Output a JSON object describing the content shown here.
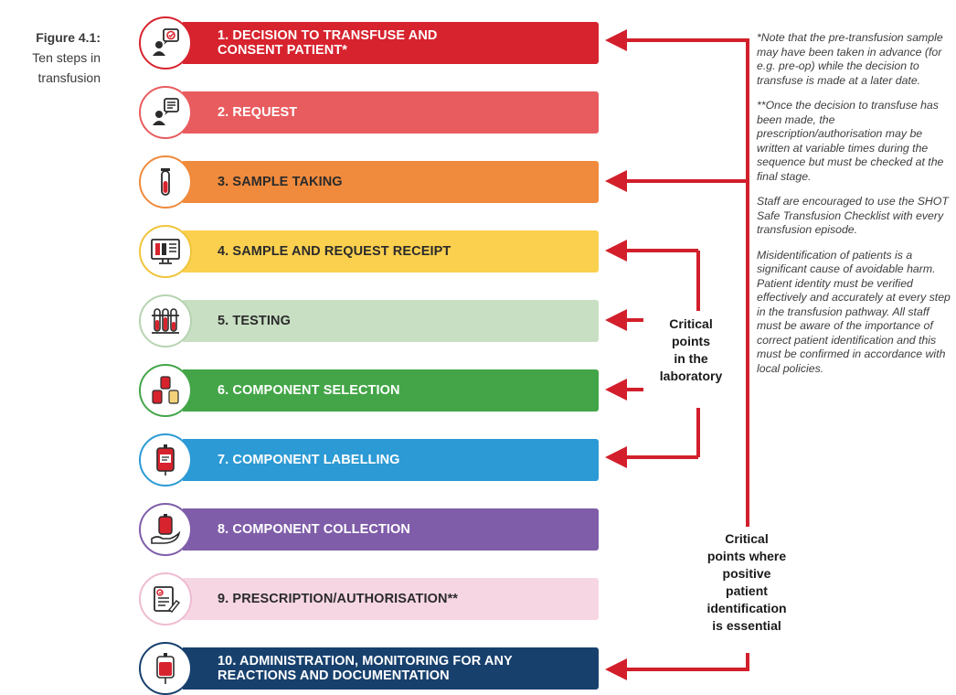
{
  "figure": {
    "label": "Figure 4.1:",
    "title_lines": [
      "Ten steps in",
      "transfusion"
    ]
  },
  "steps": [
    {
      "label": "1.  DECISION TO TRANSFUSE AND\nCONSENT PATIENT*",
      "color": "#d7232e",
      "text_color": "#ffffff",
      "icon": "person-consent-icon"
    },
    {
      "label": "2.  REQUEST",
      "color": "#e85c5f",
      "text_color": "#ffffff",
      "icon": "person-request-icon"
    },
    {
      "label": "3.  SAMPLE TAKING",
      "color": "#f08a3c",
      "text_color": "#2b2b2b",
      "icon": "sample-tube-icon"
    },
    {
      "label": "4.  SAMPLE AND REQUEST RECEIPT",
      "color": "#fbd04f",
      "text_color": "#2b2b2b",
      "icon": "computer-monitor-icon"
    },
    {
      "label": "5.  TESTING",
      "color": "#c8dfc3",
      "text_color": "#2b2b2b",
      "icon": "test-tubes-rack-icon"
    },
    {
      "label": "6.  COMPONENT SELECTION",
      "color": "#43a547",
      "text_color": "#ffffff",
      "icon": "blood-components-icon"
    },
    {
      "label": "7.  COMPONENT LABELLING",
      "color": "#2c9ad4",
      "text_color": "#ffffff",
      "icon": "blood-bag-label-icon"
    },
    {
      "label": "8.  COMPONENT COLLECTION",
      "color": "#7f5da9",
      "text_color": "#ffffff",
      "icon": "blood-bag-hand-icon"
    },
    {
      "label": "9.  PRESCRIPTION/AUTHORISATION**",
      "color": "#f7d6e4",
      "text_color": "#2b2b2b",
      "icon": "prescription-form-icon"
    },
    {
      "label": "10. ADMINISTRATION, MONITORING FOR ANY\nREACTIONS AND DOCUMENTATION",
      "color": "#17406d",
      "text_color": "#ffffff",
      "icon": "blood-bag-drip-icon"
    }
  ],
  "critical_lab": "Critical\npoints\nin the\nlaboratory",
  "critical_id": "Critical\npoints where\npositive\npatient\nidentification\nis essential",
  "notes": [
    "*Note that the pre-transfusion sample may have been taken in advance (for e.g. pre-op) while the decision to transfuse is made at a later date.",
    "**Once the decision to transfuse has been made, the prescription/authorisation may be written at variable times during the sequence but must be checked at the final stage.",
    "Staff are encouraged to use the SHOT Safe Transfusion Checklist with every transfusion episode.",
    "Misidentification of patients is a significant cause of avoidable harm. Patient identity must be verified effectively and accurately at every step in the transfusion pathway. All staff must be aware of the importance of correct patient identification and this must be confirmed in accordance with local policies."
  ],
  "arrow_color": "#d21f2b"
}
